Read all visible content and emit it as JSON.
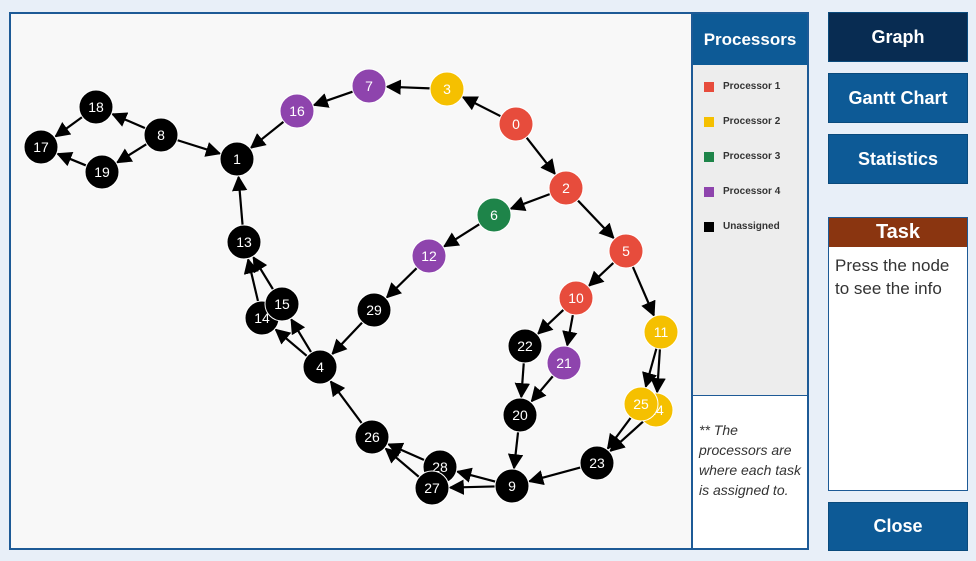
{
  "colors": {
    "processor_1": "#e74c3c",
    "processor_2": "#f5c000",
    "processor_3": "#1e8449",
    "processor_4": "#8e44ad",
    "unassigned": "#000000"
  },
  "legend": {
    "title": "Processors",
    "items": [
      {
        "label": "Processor 1",
        "color": "#e74c3c"
      },
      {
        "label": "Processor 2",
        "color": "#f5c000"
      },
      {
        "label": "Processor 3",
        "color": "#1e8449"
      },
      {
        "label": "Processor 4",
        "color": "#8e44ad"
      },
      {
        "label": "Unassigned",
        "color": "#000000"
      }
    ],
    "note": "** The processors are where each task is assigned to."
  },
  "nav": {
    "graph": "Graph",
    "gantt": "Gantt Chart",
    "statistics": "Statistics",
    "close": "Close"
  },
  "task": {
    "title": "Task",
    "info": "Press the node to see the info"
  },
  "graph": {
    "nodes": [
      {
        "id": "0",
        "proc": "processor_1"
      },
      {
        "id": "3",
        "proc": "processor_2"
      },
      {
        "id": "7",
        "proc": "processor_4"
      },
      {
        "id": "16",
        "proc": "processor_4"
      },
      {
        "id": "1",
        "proc": "unassigned"
      },
      {
        "id": "8",
        "proc": "unassigned"
      },
      {
        "id": "18",
        "proc": "unassigned"
      },
      {
        "id": "17",
        "proc": "unassigned"
      },
      {
        "id": "19",
        "proc": "unassigned"
      },
      {
        "id": "2",
        "proc": "processor_1"
      },
      {
        "id": "6",
        "proc": "processor_3"
      },
      {
        "id": "12",
        "proc": "processor_4"
      },
      {
        "id": "29",
        "proc": "unassigned"
      },
      {
        "id": "4",
        "proc": "unassigned"
      },
      {
        "id": "13",
        "proc": "unassigned"
      },
      {
        "id": "14",
        "proc": "unassigned"
      },
      {
        "id": "15",
        "proc": "unassigned"
      },
      {
        "id": "5",
        "proc": "processor_1"
      },
      {
        "id": "10",
        "proc": "processor_1"
      },
      {
        "id": "22",
        "proc": "unassigned"
      },
      {
        "id": "21",
        "proc": "processor_4"
      },
      {
        "id": "20",
        "proc": "unassigned"
      },
      {
        "id": "11",
        "proc": "processor_2"
      },
      {
        "id": "24",
        "proc": "processor_2"
      },
      {
        "id": "25",
        "proc": "processor_2"
      },
      {
        "id": "23",
        "proc": "unassigned"
      },
      {
        "id": "9",
        "proc": "unassigned"
      },
      {
        "id": "28",
        "proc": "unassigned"
      },
      {
        "id": "27",
        "proc": "unassigned"
      },
      {
        "id": "26",
        "proc": "unassigned"
      }
    ],
    "edges": [
      [
        "0",
        "3"
      ],
      [
        "3",
        "7"
      ],
      [
        "7",
        "16"
      ],
      [
        "16",
        "1"
      ],
      [
        "8",
        "1"
      ],
      [
        "8",
        "18"
      ],
      [
        "8",
        "19"
      ],
      [
        "18",
        "17"
      ],
      [
        "19",
        "17"
      ],
      [
        "0",
        "2"
      ],
      [
        "2",
        "6"
      ],
      [
        "2",
        "5"
      ],
      [
        "6",
        "12"
      ],
      [
        "12",
        "29"
      ],
      [
        "29",
        "4"
      ],
      [
        "4",
        "14"
      ],
      [
        "4",
        "15"
      ],
      [
        "14",
        "13"
      ],
      [
        "15",
        "13"
      ],
      [
        "13",
        "1"
      ],
      [
        "5",
        "10"
      ],
      [
        "5",
        "11"
      ],
      [
        "10",
        "22"
      ],
      [
        "10",
        "21"
      ],
      [
        "22",
        "20"
      ],
      [
        "21",
        "20"
      ],
      [
        "20",
        "9"
      ],
      [
        "11",
        "24"
      ],
      [
        "11",
        "25"
      ],
      [
        "24",
        "23"
      ],
      [
        "25",
        "23"
      ],
      [
        "23",
        "9"
      ],
      [
        "9",
        "28"
      ],
      [
        "9",
        "27"
      ],
      [
        "28",
        "26"
      ],
      [
        "27",
        "26"
      ],
      [
        "26",
        "4"
      ]
    ]
  }
}
